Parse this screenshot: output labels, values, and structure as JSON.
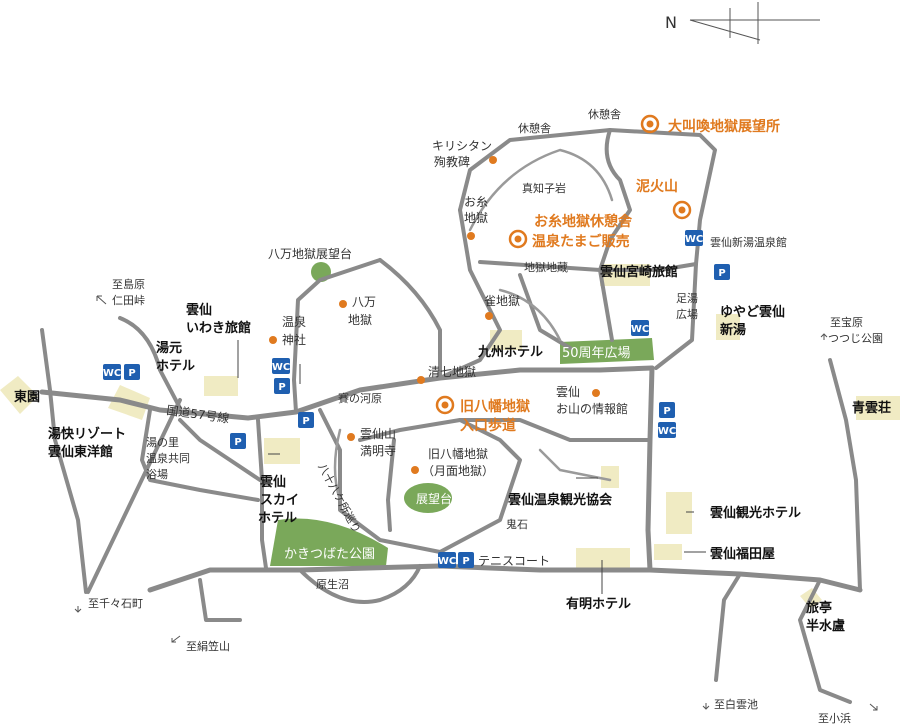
{
  "compass": {
    "label": "N"
  },
  "colors": {
    "road": "#8a8a8a",
    "building": "#f0ebc3",
    "park": "#7aa85a",
    "accent": "#e07a1f",
    "facility": "#1f5fb0"
  },
  "highlights": {
    "oosakebi": "大叫喚地獄展望所",
    "deikazan": "泥火山",
    "oito_rest_1": "お糸地獄休憩舎",
    "oito_rest_2": "温泉たまご販売",
    "kyuhachiman_1": "旧八幡地獄",
    "kyuhachiman_2": "入口歩道"
  },
  "places": {
    "kyukeisha_top": "休憩舎",
    "kyukeisha_mid": "休憩舎",
    "kirishitan_1": "キリシタン",
    "kirishitan_2": "殉教碑",
    "machiiwa": "真知子岩",
    "oito_1": "お糸",
    "oito_2": "地獄",
    "jigokujizo": "地獄地蔵",
    "suzume": "雀地獄",
    "hachiman_tenbodai": "八万地獄展望台",
    "hachiman_1": "八万",
    "hachiman_2": "地獄",
    "onsen_1": "温泉",
    "onsen_2": "神社",
    "seishichi": "清七地獄",
    "sainokawara": "賽の河原",
    "mankyoji_1": "雲仙山",
    "mankyoji_2": "満明寺",
    "kyuhachiman_1": "旧八幡地獄",
    "kyuhachiman_2": "（月面地獄）",
    "yamanojoho_1": "雲仙",
    "yamanojoho_2": "お山の情報館",
    "kiseki": "鬼石",
    "haramachi": "原生沼",
    "tennis": "テニスコート",
    "yunosato_1": "湯の里",
    "yunosato_2": "温泉共同",
    "yunosato_3": "浴場",
    "shinyu_onsenkan": "雲仙新湯温泉館",
    "ashiyu_1": "足湯",
    "ashiyu_2": "広場",
    "route57": "国道57号線",
    "hachijuhachi": "八十八ケ所巡り"
  },
  "hotels": {
    "iwaki_1": "雲仙",
    "iwaki_2": "いわき旅館",
    "yumoto_1": "湯元",
    "yumoto_2": "ホテル",
    "toen": "東園",
    "yukai_1": "湯快リゾート",
    "yukai_2": "雲仙東洋館",
    "sky_1": "雲仙",
    "sky_2": "スカイ",
    "sky_3": "ホテル",
    "miyazaki": "雲仙宮崎旅館",
    "kyushu": "九州ホテル",
    "yuyado_1": "ゆやど雲仙",
    "yuyado_2": "新湯",
    "seiunso": "青雲荘",
    "kanko_kyokai": "雲仙温泉観光協会",
    "ariake": "有明ホテル",
    "kanko_hotel": "雲仙観光ホテル",
    "fukudaya": "雲仙福田屋",
    "hansuiro_1": "旅亭",
    "hansuiro_2": "半水盧"
  },
  "parks": {
    "anniversary": "50周年広場",
    "tenbodai": "展望台",
    "kakitsubata": "かきつばた公園"
  },
  "directions": {
    "shimabara_1": "至島原",
    "shimabara_2": "仁田峠",
    "takarabara_1": "至宝原",
    "takarabara_2": "つつじ公園",
    "chijiwa": "至千々石町",
    "kinugasa": "至絹笠山",
    "shirakumo": "至白雲池",
    "obama": "至小浜"
  },
  "facilities": {
    "wc": "WC",
    "parking": "P"
  }
}
